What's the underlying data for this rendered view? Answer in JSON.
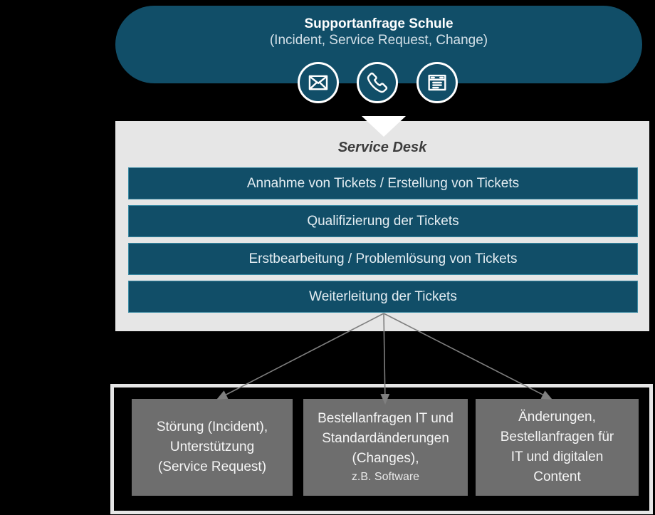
{
  "colors": {
    "teal": "#114e68",
    "teal-border": "#3b8aa3",
    "panel-gray": "#e6e6e6",
    "box-gray": "#6e6e6e",
    "arrow-gray": "#7f7f7f",
    "bar-text": "#e4edf2",
    "desk-text": "#3d3d3d",
    "subtitle-text": "#d3e0e8"
  },
  "header": {
    "title": "Supportanfrage Schule",
    "subtitle": "(Incident, Service Request, Change)"
  },
  "channel_icons": [
    {
      "name": "mail-icon"
    },
    {
      "name": "phone-icon"
    },
    {
      "name": "webform-icon"
    }
  ],
  "service_desk": {
    "title": "Service Desk",
    "bars": [
      {
        "label": "Annahme von Tickets / Erstellung von Tickets"
      },
      {
        "label": "Qualifizierung der Tickets"
      },
      {
        "label": "Erstbearbeitung / Problemlösung von Tickets"
      },
      {
        "label": "Weiterleitung der Tickets"
      }
    ]
  },
  "categories": [
    {
      "lines": [
        "Störung (Incident),",
        "Unterstützung",
        "(Service Request)"
      ]
    },
    {
      "lines": [
        "Bestellanfragen IT und",
        "Standardänderungen",
        "(Changes),"
      ],
      "note": "z.B. Software"
    },
    {
      "lines": [
        "Änderungen,",
        "Bestellanfragen für",
        "IT und digitalen",
        "Content"
      ]
    }
  ]
}
